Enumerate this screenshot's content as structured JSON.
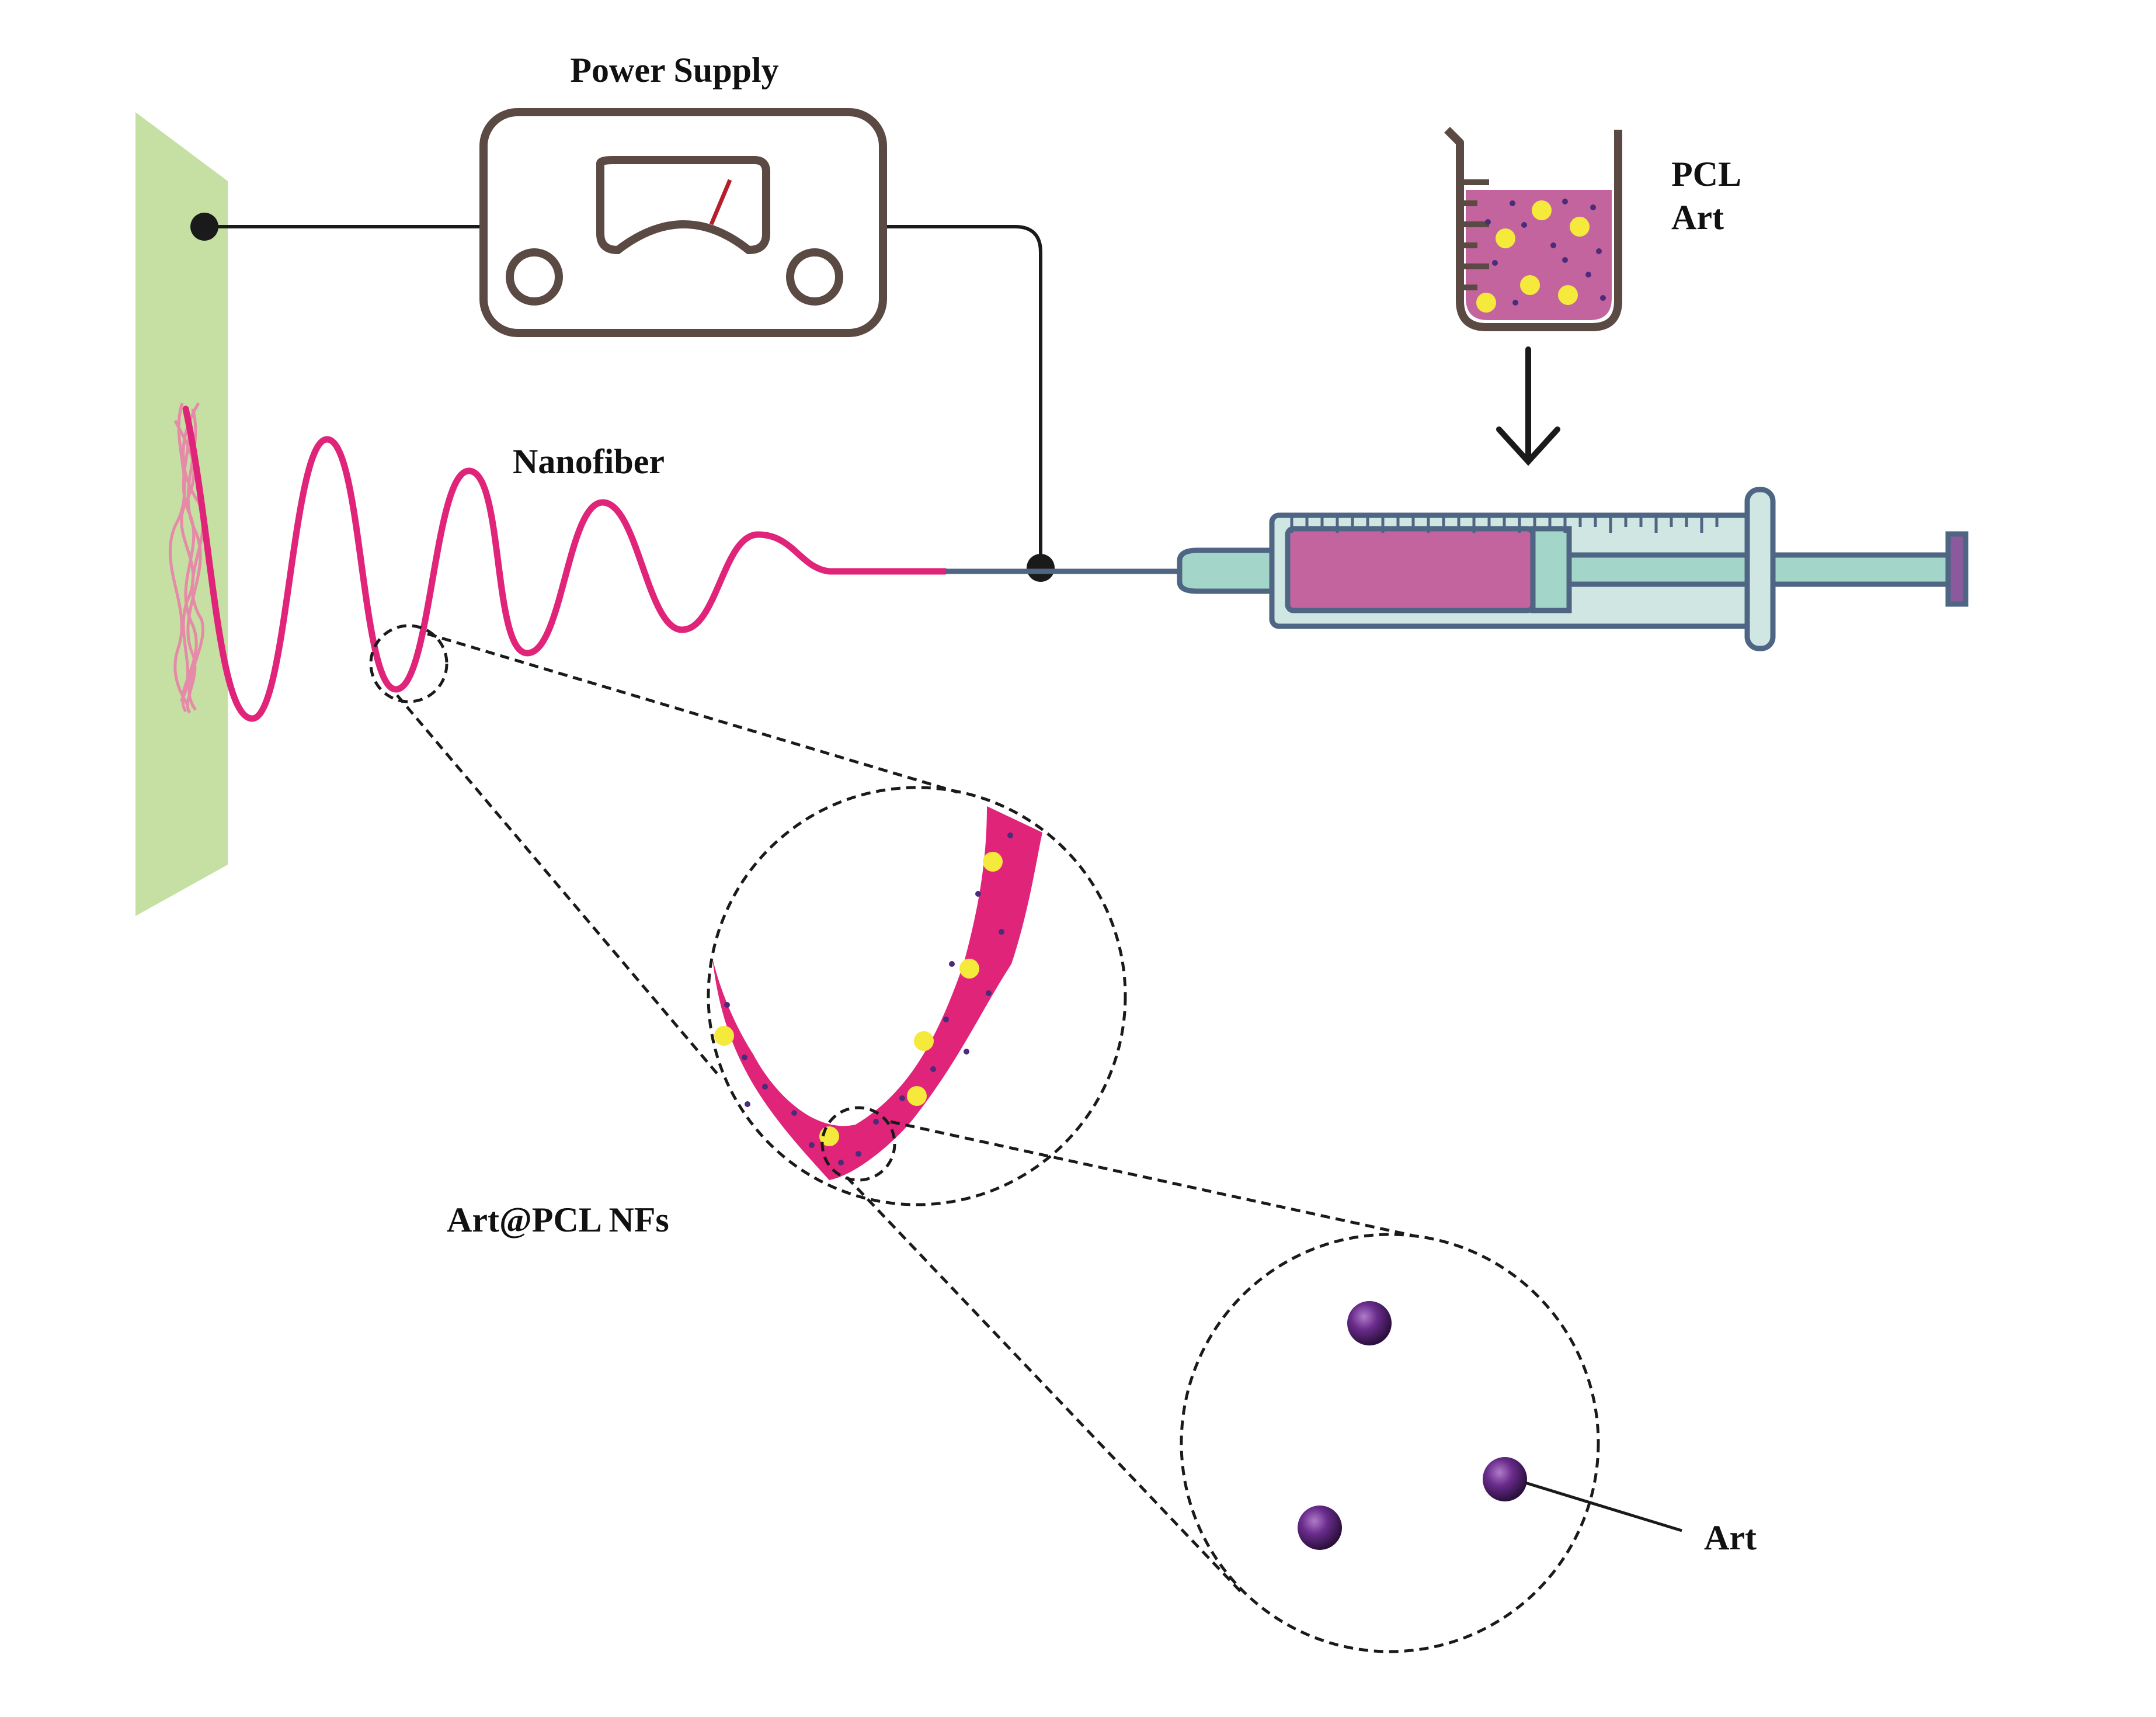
{
  "labels": {
    "power_supply": "Power Supply",
    "nanofiber": "Nanofiber",
    "pcl": "PCL",
    "art_beaker": "Art",
    "art_pcl_nfs": "Art@PCL NFs",
    "art_particle": "Art"
  },
  "colors": {
    "collector": "#c6dfa2",
    "device_outline": "#5b4a43",
    "meter_needle": "#b3202a",
    "fiber": "#e0247a",
    "fiber_light": "#e58aa8",
    "solution": "#c4649f",
    "dopant_large": "#f5ea3c",
    "dopant_small": "#4a2c7a",
    "syringe_body": "#cfe6e2",
    "syringe_plunger": "#a3d6c8",
    "syringe_outline": "#4f6584",
    "plunger_cap": "#8b5a9c",
    "particle": "#6a2c8c",
    "wire": "#1a1a1a"
  },
  "icons": {
    "collector": "collector-plate-icon",
    "power_supply": "power-supply-icon",
    "beaker": "beaker-icon",
    "syringe": "syringe-icon",
    "arrow": "arrow-down-icon",
    "particle": "art-particle-icon"
  }
}
